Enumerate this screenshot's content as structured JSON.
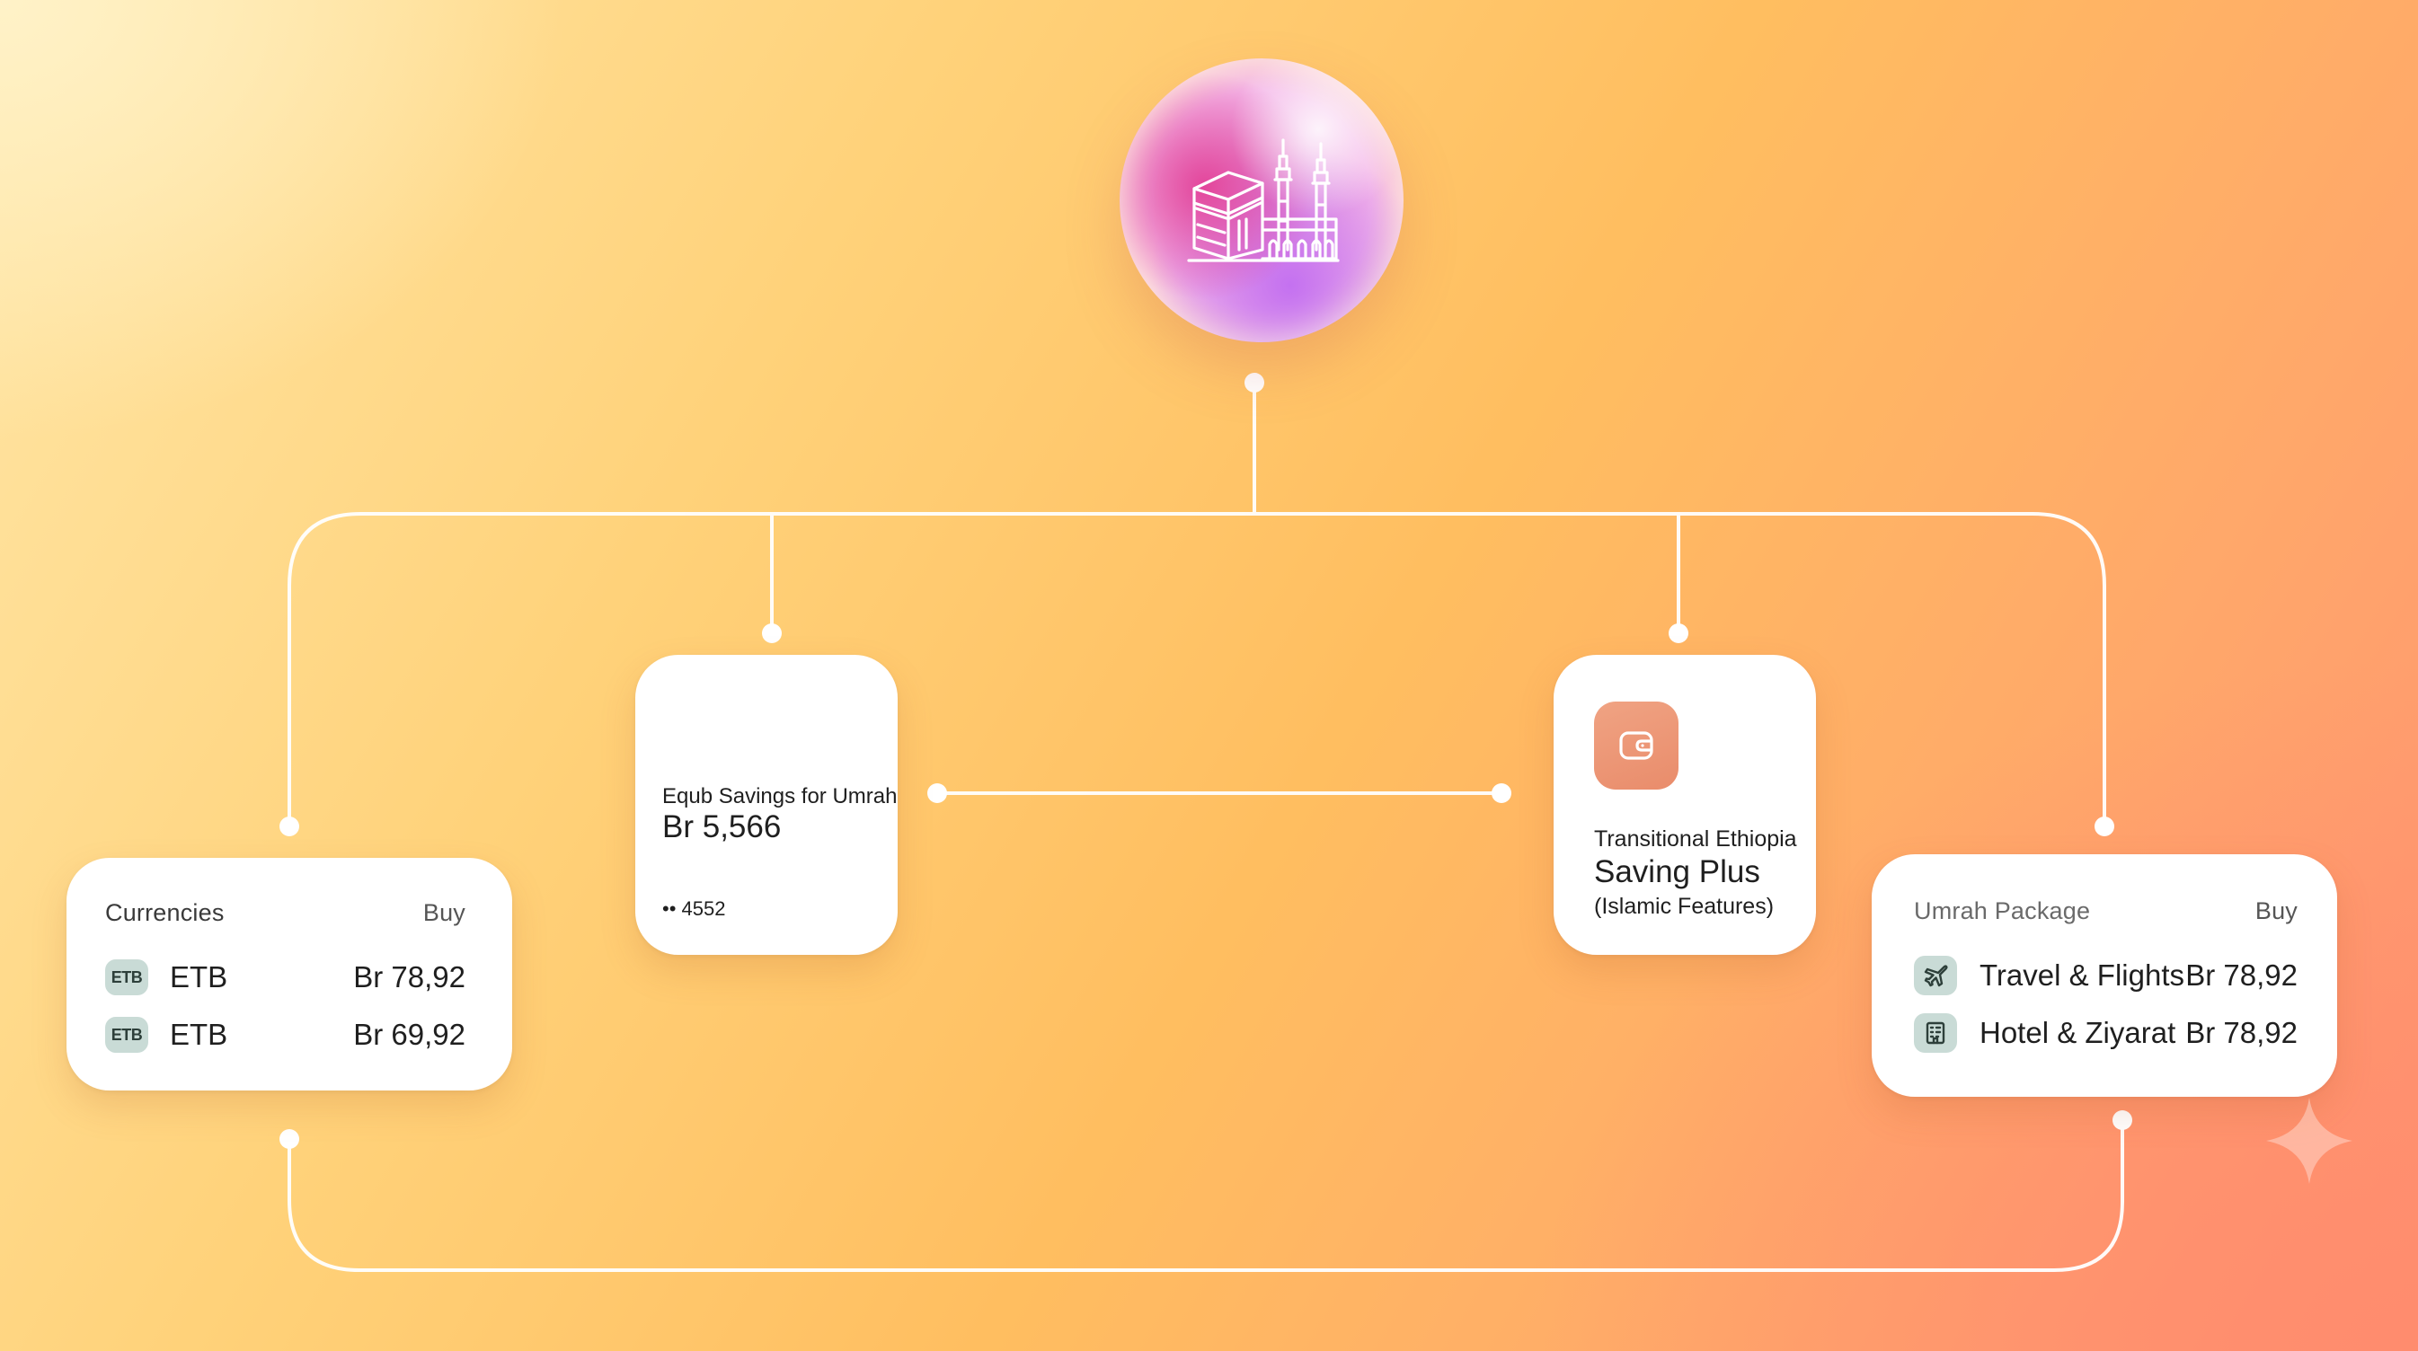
{
  "hub": {
    "icon": "kaaba-mosque-icon"
  },
  "currencies_card": {
    "title": "Currencies",
    "action": "Buy",
    "rows": [
      {
        "badge": "ETB",
        "label": "ETB",
        "value": "Br 78,92"
      },
      {
        "badge": "ETB",
        "label": "ETB",
        "value": "Br 69,92"
      }
    ]
  },
  "equb_card": {
    "title": "Equb Savings for Umrah",
    "amount": "Br 5,566",
    "card_number": "•• 4552"
  },
  "saving_card": {
    "icon": "wallet-icon",
    "org": "Transitional Ethiopia",
    "name": "Saving Plus",
    "subtitle": "(Islamic Features)"
  },
  "umrah_card": {
    "title": "Umrah Package",
    "action": "Buy",
    "rows": [
      {
        "icon": "airplane-icon",
        "label": "Travel & Flights",
        "value": "Br 78,92"
      },
      {
        "icon": "building-icon",
        "label": "Hotel & Ziyarat",
        "value": "Br 78,92"
      }
    ]
  },
  "colors": {
    "connector": "#ffffff",
    "badge_bg": "#c9dbd6",
    "wallet_accent": "#ec9675"
  }
}
